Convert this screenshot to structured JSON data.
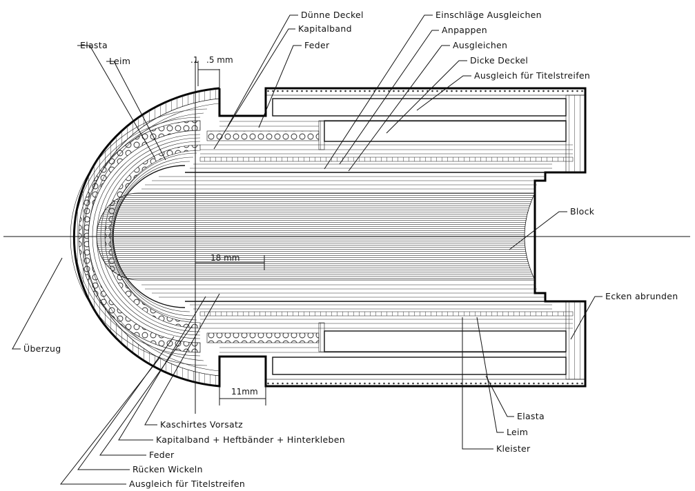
{
  "labels": {
    "elasta_top": "Elasta",
    "leim_top": "Leim",
    "duenne_deckel": "Dünne Deckel",
    "kapitalband": "Kapitalband",
    "feder_top": "Feder",
    "einschlaege": "Einschläge Ausgleichen",
    "anpappen": "Anpappen",
    "ausgleichen": "Ausgleichen",
    "dicke_deckel": "Dicke Deckel",
    "ausgleich_titel_top": "Ausgleich für Titelstreifen",
    "block": "Block",
    "ecken_abrunden": "Ecken abrunden",
    "ueberzug": "Überzug",
    "kaschirtes_vorsatz": "Kaschirtes Vorsatz",
    "kapitalband_heft": "Kapitalband + Heftbänder + Hinterkleben",
    "feder_bottom": "Feder",
    "ruecken_wickeln": "Rücken Wickeln",
    "ausgleich_titel_bottom": "Ausgleich für Titelstreifen",
    "elasta_bottom": "Elasta",
    "leim_bottom": "Leim",
    "kleister": "Kleister"
  },
  "dimensions": {
    "d1": ".1",
    "d2": ".5 mm",
    "d3": "18 mm",
    "d4": "11mm"
  }
}
